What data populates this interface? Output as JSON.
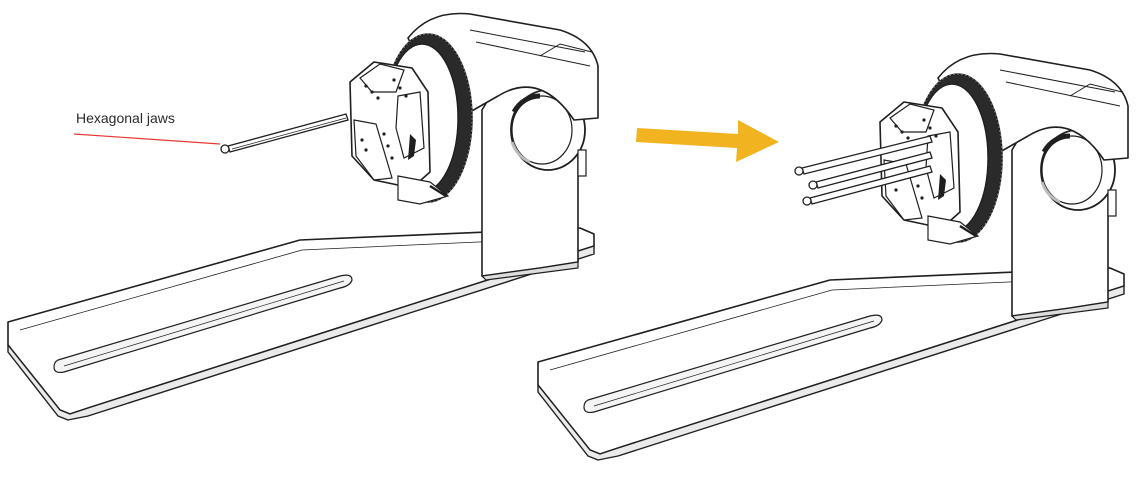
{
  "annotation": {
    "label": "Hexagonal jaws",
    "leader_color": "#e53935"
  },
  "arrow": {
    "color": "#f2b320",
    "direction": "right"
  },
  "colors": {
    "line": "#1f1f1f",
    "fill": "#ffffff",
    "shade": "#d9d9d9"
  },
  "illustrations": [
    {
      "id": "before",
      "state": "single rod inserted"
    },
    {
      "id": "after",
      "state": "three rods inserted"
    }
  ]
}
